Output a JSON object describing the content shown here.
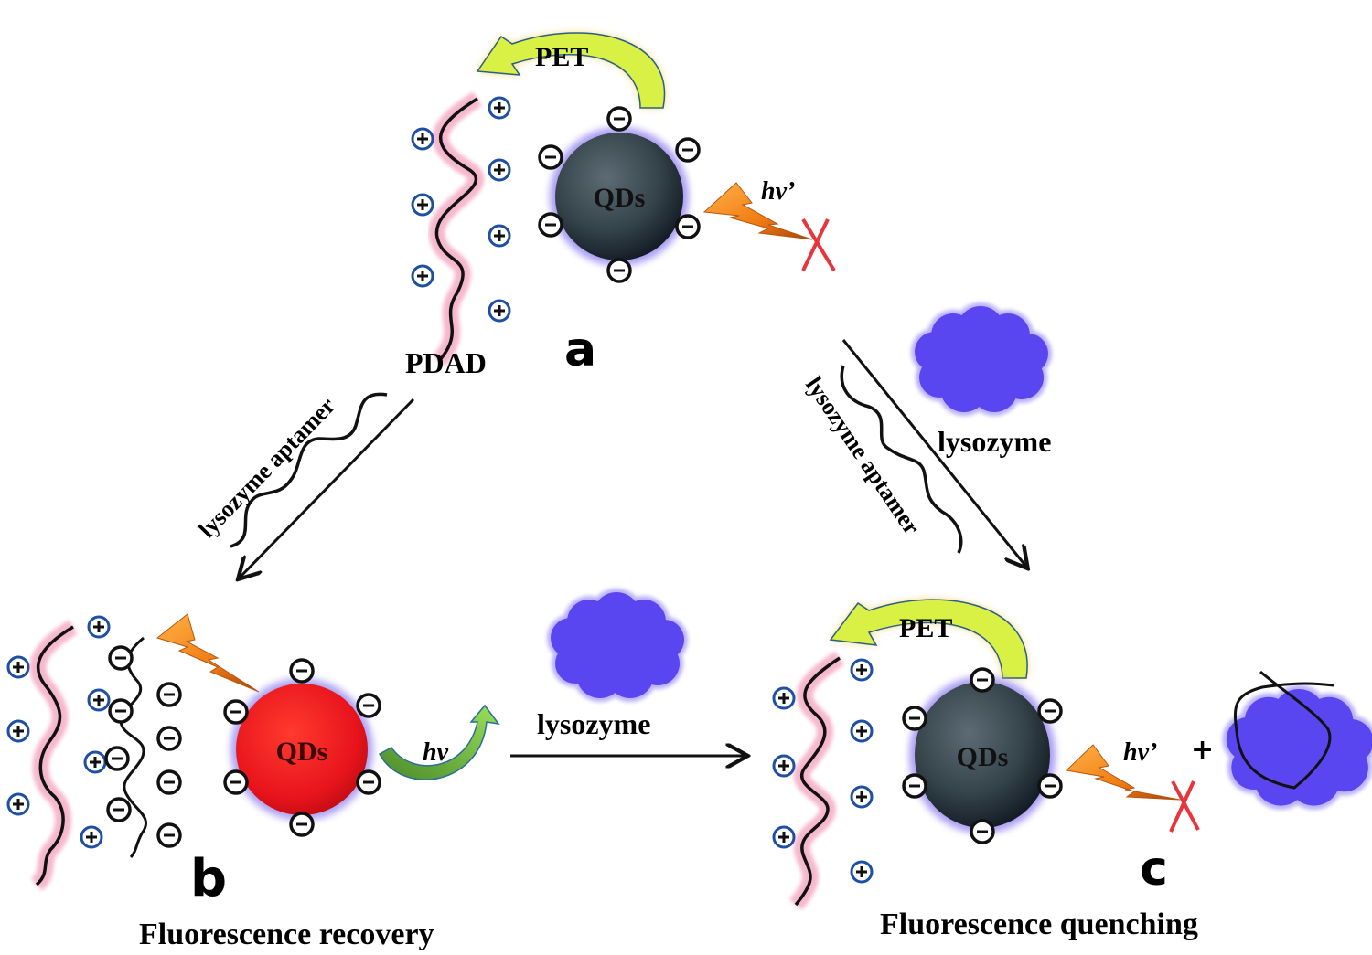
{
  "title": "QD-PDAD fluorescence switch scheme for lysozyme detection",
  "states": {
    "a": {
      "label": "a",
      "polymer_label": "PDAD",
      "transfer_label": "PET",
      "particle_label": "QDs",
      "emission_label": "hv’",
      "emission_state": "quenched"
    },
    "b": {
      "label": "b",
      "caption": "Fluorescence recovery",
      "particle_label": "QDs",
      "emission_label": "hv",
      "emission_state": "emitting"
    },
    "c": {
      "label": "c",
      "caption": "Fluorescence quenching",
      "transfer_label": "PET",
      "particle_label": "QDs",
      "emission_label": "hv’",
      "plus_sign": "+",
      "emission_state": "quenched"
    }
  },
  "transitions": {
    "a_to_b": {
      "label": "lysozyme aptamer"
    },
    "a_to_c": {
      "aptamer_label": "lysozyme aptamer",
      "protein_label": "lysozyme"
    },
    "b_to_c": {
      "label": "lysozyme"
    }
  },
  "symbols": {
    "positive": "+",
    "negative": "−"
  },
  "colors": {
    "qd_dark": "#2f3a40",
    "qd_red": "#e8141c",
    "qd_halo": "#9a8cf0",
    "polymer_glow": "#f29ab8",
    "positive_ring": "#1f4fa0",
    "lysozyme": "#5a46f0",
    "pet_arrow": "#d9f045",
    "pet_glow": "#f5c842",
    "bolt": "#f08a1e",
    "cross": "#e8343c",
    "hv_arrow": "#6ab83a"
  }
}
